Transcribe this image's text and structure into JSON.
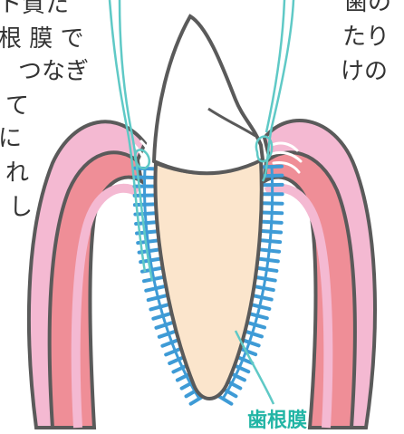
{
  "left_text_lines": [
    "ト質た",
    "根 膜 で",
    "つなぎ",
    "て",
    "に",
    "れ",
    "し"
  ],
  "right_text_lines": [
    "歯の",
    "たり",
    "けの"
  ],
  "label": "歯根膜",
  "colors": {
    "gum_outer": "#f4b9d2",
    "gum_inner": "#ef8e97",
    "outline": "#5a5a5a",
    "root": "#fbe5cc",
    "crown": "#ffffff",
    "ligament": "#3e9bd6",
    "floss": "#5fc9c6",
    "label": "#22b5a5",
    "text": "#333333"
  }
}
